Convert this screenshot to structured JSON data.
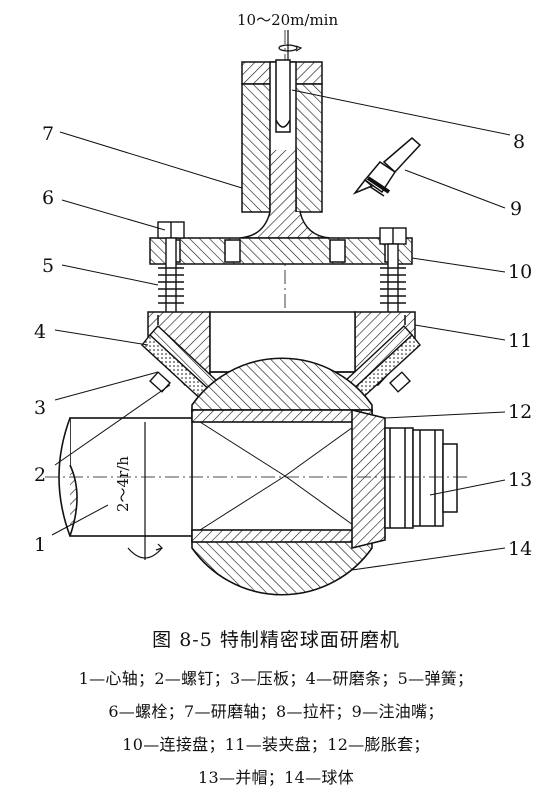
{
  "drawing": {
    "speed_top": "10～20m/min",
    "speed_shaft": "2～4r/h",
    "callouts": [
      "1",
      "2",
      "3",
      "4",
      "5",
      "6",
      "7",
      "8",
      "9",
      "10",
      "11",
      "12",
      "13",
      "14"
    ]
  },
  "caption": {
    "title": "图 8-5   特制精密球面研磨机",
    "legend_lines": [
      "1—心轴；2—螺钉；3—压板；4—研磨条；5—弹簧；",
      "6—螺栓；7—研磨轴；8—拉杆；9—注油嘴；",
      "10—连接盘；11—装夹盘；12—膨胀套；",
      "13—并帽；14—球体"
    ]
  }
}
